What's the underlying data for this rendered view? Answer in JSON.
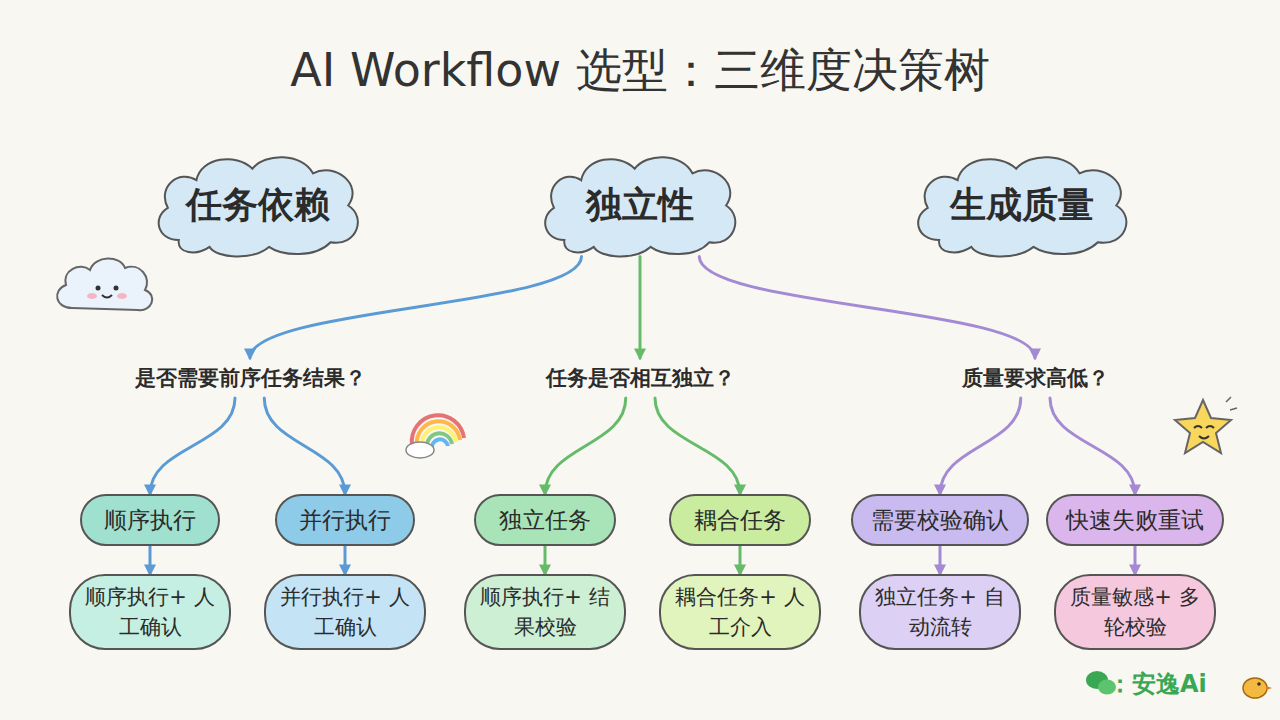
{
  "diagram": {
    "title": "AI Workflow 选型：三维度决策树",
    "nodes": [
      {
        "text": [
          "任务依赖"
        ]
      },
      {
        "text": [
          "独立性"
        ]
      },
      {
        "text": [
          "生成质量"
        ]
      },
      {
        "text": [
          "是否需要前序任务结果？"
        ]
      },
      {
        "text": [
          "任务是否相互独立？"
        ]
      },
      {
        "text": [
          "质量要求高低？"
        ]
      },
      {
        "text": [
          "顺序执行"
        ]
      },
      {
        "text": [
          "并行执行"
        ]
      },
      {
        "text": [
          "独立任务"
        ]
      },
      {
        "text": [
          "耦合任务"
        ]
      },
      {
        "text": [
          "需要校验确认"
        ]
      },
      {
        "text": [
          "快速失败重试"
        ]
      },
      {
        "text": [
          "顺序执行+ 人工确认"
        ]
      },
      {
        "text": [
          "并行执行+ 人工确认"
        ]
      },
      {
        "text": [
          "顺序执行+ 结果校验"
        ]
      },
      {
        "text": [
          "耦合任务+ 人工介入"
        ]
      },
      {
        "text": [
          "独立任务+ 自动流转"
        ]
      },
      {
        "text": [
          "质量敏感+ 多轮校验"
        ]
      }
    ],
    "edges": [
      {
        "from": 1,
        "to": 3,
        "arrow": "to"
      },
      {
        "from": 1,
        "to": 4,
        "arrow": "to"
      },
      {
        "from": 1,
        "to": 5,
        "arrow": "to"
      },
      {
        "from": 3,
        "to": 6,
        "arrow": "to"
      },
      {
        "from": 3,
        "to": 7,
        "arrow": "to"
      },
      {
        "from": 4,
        "to": 8,
        "arrow": "to"
      },
      {
        "from": 4,
        "to": 9,
        "arrow": "to"
      },
      {
        "from": 5,
        "to": 10,
        "arrow": "to"
      },
      {
        "from": 5,
        "to": 11,
        "arrow": "to"
      },
      {
        "from": 6,
        "to": 12,
        "arrow": "to"
      },
      {
        "from": 7,
        "to": 13,
        "arrow": "to"
      },
      {
        "from": 8,
        "to": 14,
        "arrow": "to"
      },
      {
        "from": 9,
        "to": 15,
        "arrow": "to"
      },
      {
        "from": 10,
        "to": 16,
        "arrow": "to"
      },
      {
        "from": 11,
        "to": 17,
        "arrow": "to"
      }
    ],
    "labels": [
      "：安逸Ai"
    ]
  }
}
